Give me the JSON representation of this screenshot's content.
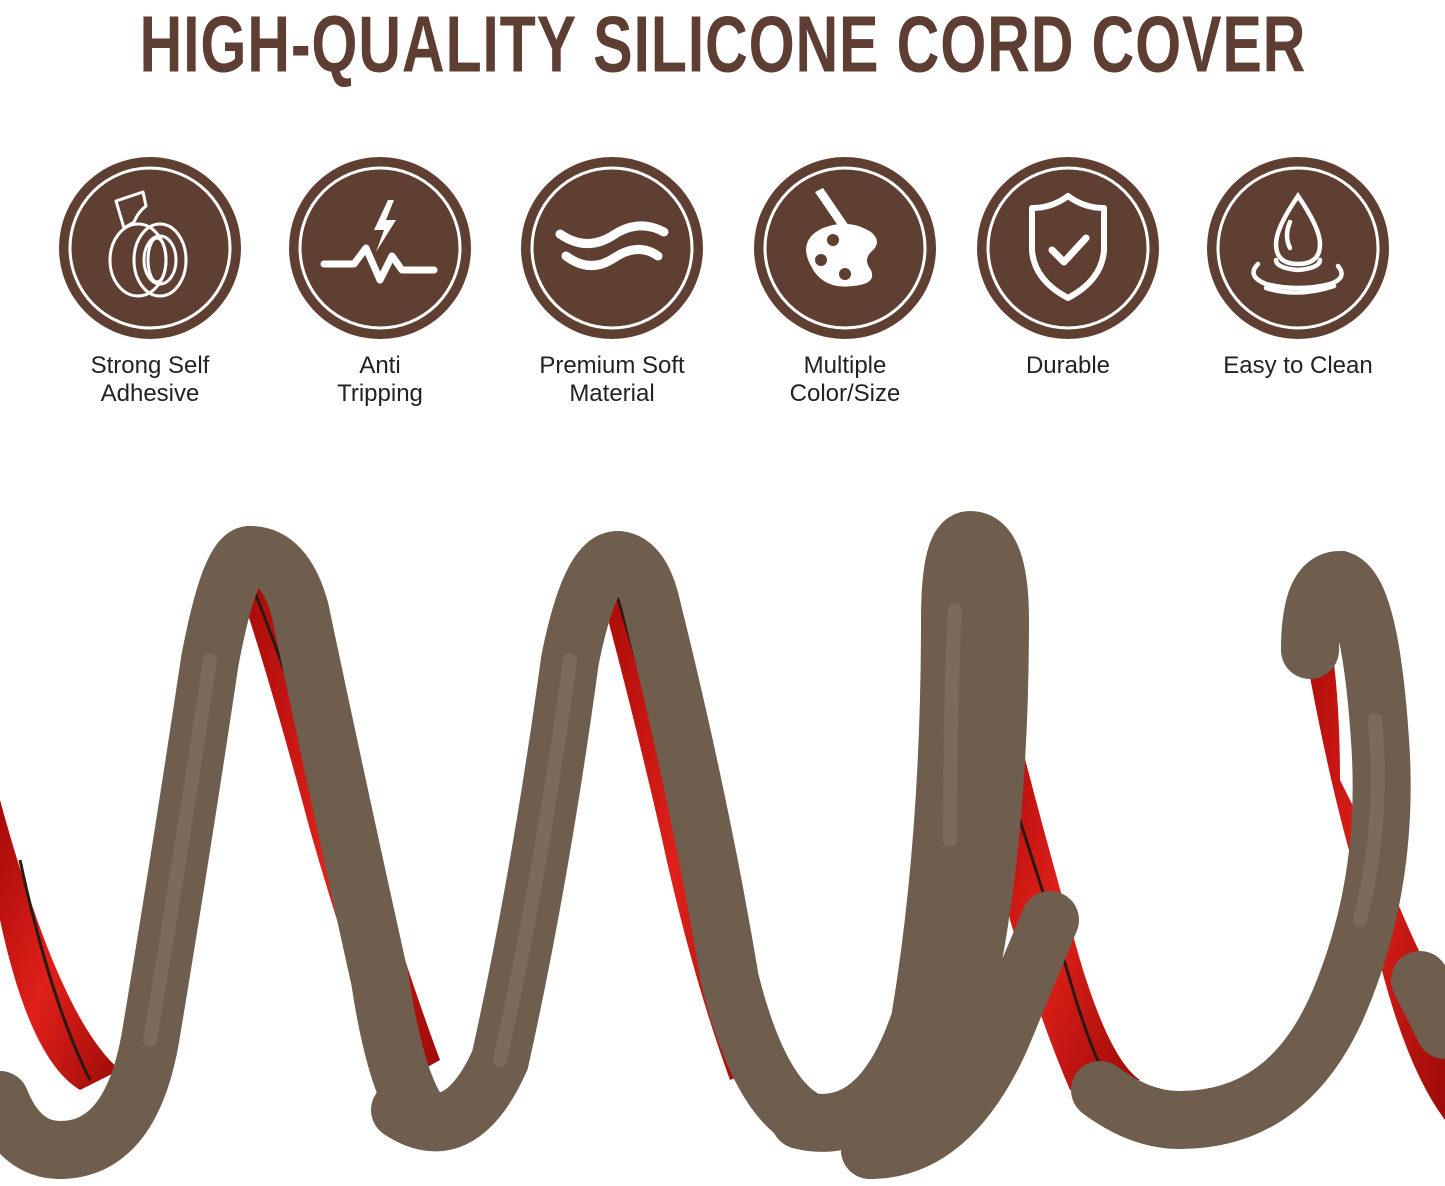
{
  "title": "HIGH-QUALITY SILICONE CORD COVER",
  "colors": {
    "brand_brown": "#5e3d33",
    "badge_brown": "#5f3f32",
    "cord_brown": "#6f5e4e",
    "adhesive_red": "#c8140f"
  },
  "features": [
    {
      "icon": "tape-roll-icon",
      "line1": "Strong Self",
      "line2": "Adhesive"
    },
    {
      "icon": "lightning-pulse-icon",
      "line1": "Anti",
      "line2": "Tripping"
    },
    {
      "icon": "waves-icon",
      "line1": "Premium Soft",
      "line2": "Material"
    },
    {
      "icon": "paint-palette-icon",
      "line1": "Multiple",
      "line2": "Color/Size"
    },
    {
      "icon": "shield-check-icon",
      "line1": "Durable",
      "line2": ""
    },
    {
      "icon": "water-drop-icon",
      "line1": "Easy to Clean",
      "line2": ""
    }
  ],
  "product_image": {
    "description": "spiral brown silicone cord cover with red adhesive backing"
  }
}
